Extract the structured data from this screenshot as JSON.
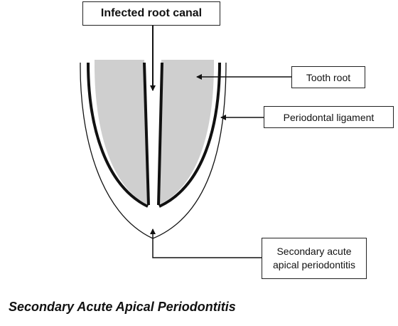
{
  "labels": {
    "infected_root_canal": "Infected root canal",
    "tooth_root": "Tooth root",
    "periodontal_ligament": "Periodontal ligament",
    "secondary_line1": "Secondary acute",
    "secondary_line2": "apical periodontitis"
  },
  "caption": "Secondary Acute Apical Periodontitis",
  "colors": {
    "root_fill": "#cfcfcf",
    "line": "#111111"
  }
}
